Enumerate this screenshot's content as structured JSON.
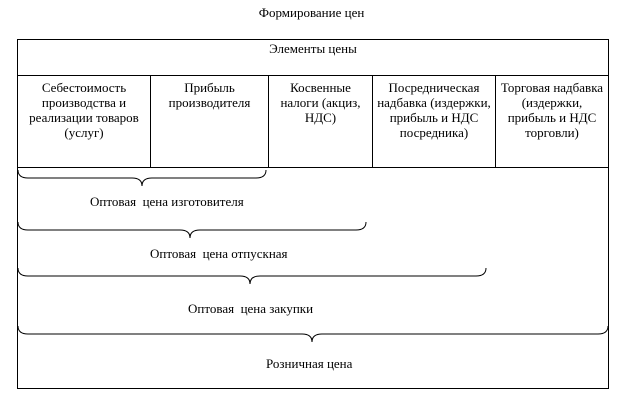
{
  "title": "Формирование цен",
  "header": "Элементы цены",
  "columns": [
    "Себестоимость производства и реализации товаров (услуг)",
    "Прибыль производителя",
    "Косвенные налоги (акциз, НДС)",
    "Посредническая надбавка (издержки, прибыль и НДС посредника)",
    "Торговая надбавка (издержки, прибыль и НДС торговли)"
  ],
  "braces": [
    {
      "label": "Оптовая  цена изготовителя",
      "spans_columns": 2
    },
    {
      "label": "Оптовая  цена отпускная",
      "spans_columns": 3
    },
    {
      "label": "Оптовая  цена закупки",
      "spans_columns": 4
    },
    {
      "label": "Розничная цена",
      "spans_columns": 5
    }
  ]
}
